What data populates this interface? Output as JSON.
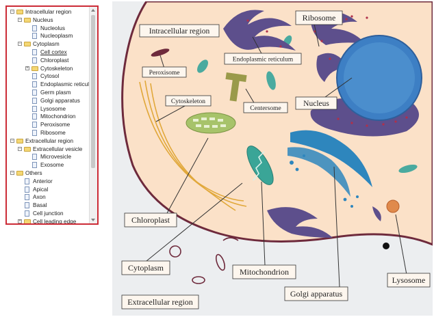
{
  "tree": {
    "items": [
      {
        "label": "Intracellular region",
        "level": 0,
        "kind": "folder",
        "toggle": "minus",
        "link": false
      },
      {
        "label": "Nucleus",
        "level": 1,
        "kind": "folder",
        "toggle": "minus",
        "link": false
      },
      {
        "label": "Nucleolus",
        "level": 2,
        "kind": "leaf",
        "toggle": "",
        "link": false
      },
      {
        "label": "Nucleoplasm",
        "level": 2,
        "kind": "leaf",
        "toggle": "",
        "link": false
      },
      {
        "label": "Cytoplasm",
        "level": 1,
        "kind": "folder",
        "toggle": "minus",
        "link": false
      },
      {
        "label": "Cell cortex",
        "level": 2,
        "kind": "leaf",
        "toggle": "",
        "link": true
      },
      {
        "label": "Chloroplast",
        "level": 2,
        "kind": "leaf",
        "toggle": "",
        "link": false
      },
      {
        "label": "Cytoskeleton",
        "level": 2,
        "kind": "folder",
        "toggle": "plus",
        "link": false
      },
      {
        "label": "Cytosol",
        "level": 2,
        "kind": "leaf",
        "toggle": "",
        "link": false
      },
      {
        "label": "Endoplasmic reticulum",
        "level": 2,
        "kind": "leaf",
        "toggle": "",
        "link": false
      },
      {
        "label": "Germ plasm",
        "level": 2,
        "kind": "leaf",
        "toggle": "",
        "link": false
      },
      {
        "label": "Golgi apparatus",
        "level": 2,
        "kind": "leaf",
        "toggle": "",
        "link": false
      },
      {
        "label": "Lysosome",
        "level": 2,
        "kind": "leaf",
        "toggle": "",
        "link": false
      },
      {
        "label": "Mitochondrion",
        "level": 2,
        "kind": "leaf",
        "toggle": "",
        "link": false
      },
      {
        "label": "Peroxisome",
        "level": 2,
        "kind": "leaf",
        "toggle": "",
        "link": false
      },
      {
        "label": "Ribosome",
        "level": 2,
        "kind": "leaf",
        "toggle": "",
        "link": false
      },
      {
        "label": "Extracellular region",
        "level": 0,
        "kind": "folder",
        "toggle": "minus",
        "link": false
      },
      {
        "label": "Extracellular vesicle",
        "level": 1,
        "kind": "folder",
        "toggle": "minus",
        "link": false
      },
      {
        "label": "Microvesicle",
        "level": 2,
        "kind": "leaf",
        "toggle": "",
        "link": false
      },
      {
        "label": "Exosome",
        "level": 2,
        "kind": "leaf",
        "toggle": "",
        "link": false
      },
      {
        "label": "Others",
        "level": 0,
        "kind": "folder",
        "toggle": "minus",
        "link": false
      },
      {
        "label": "Anterior",
        "level": 1,
        "kind": "leaf",
        "toggle": "",
        "link": false
      },
      {
        "label": "Apical",
        "level": 1,
        "kind": "leaf",
        "toggle": "",
        "link": false
      },
      {
        "label": "Axon",
        "level": 1,
        "kind": "leaf",
        "toggle": "",
        "link": false
      },
      {
        "label": "Basal",
        "level": 1,
        "kind": "leaf",
        "toggle": "",
        "link": false
      },
      {
        "label": "Cell junction",
        "level": 1,
        "kind": "leaf",
        "toggle": "",
        "link": false
      },
      {
        "label": "Cell leading edge",
        "level": 1,
        "kind": "folder",
        "toggle": "plus",
        "link": false
      }
    ]
  },
  "diagram": {
    "labels": {
      "ribosome": "Ribosome",
      "intracellular_region": "Intracellular region",
      "endoplasmic_reticulum": "Endoplasmic reticulum",
      "peroxisome": "Peroxisome",
      "cytoskeleton": "Cytoskeleton",
      "centersome": "Centersome",
      "nucleus": "Nucleus",
      "chloroplast": "Chloroplast",
      "cytoplasm": "Cytoplasm",
      "mitochondrion": "Mitochondrion",
      "lysosome": "Lysosome",
      "golgi_apparatus": "Golgi apparatus",
      "extracellular_region": "Extracellular region"
    },
    "colors": {
      "cytoplasm": "#fbe1c8",
      "membrane": "#6e2a3c",
      "outside": "#eceef0",
      "nucleus": "#3d7fc4",
      "er": "#5d4f8c",
      "golgi": "#2e86bd",
      "mitochondrion": "#3aa597",
      "chloroplast": "#a7c36a",
      "cytoskeleton": "#e1a83a",
      "centrosome": "#9a9a4a",
      "ribosome_dot": "#b0304a",
      "lysosome": "#e08a4c"
    }
  }
}
